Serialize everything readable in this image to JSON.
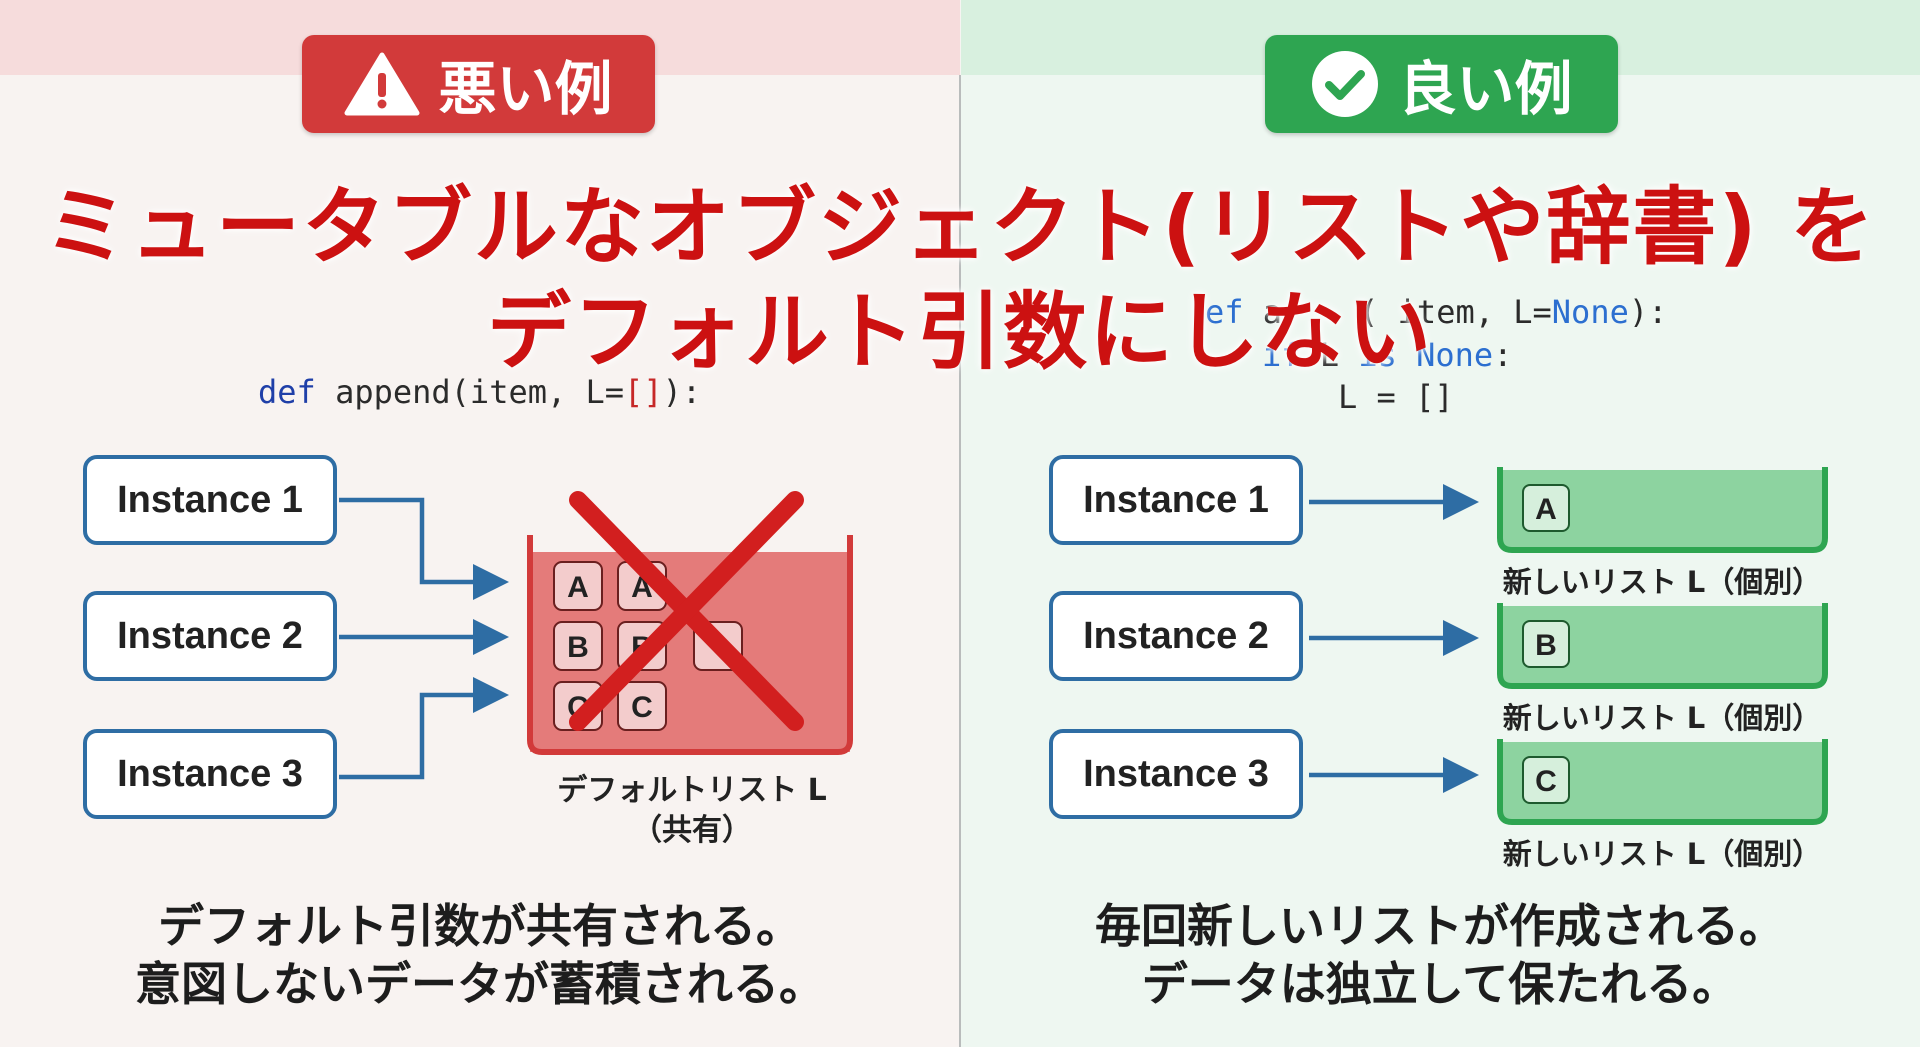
{
  "bad": {
    "badge_label": "悪い例",
    "badge_icon": "warning-icon",
    "code_def": "def",
    "code_rest": " append(item, L=",
    "code_default": "[]",
    "code_end": "):",
    "instances": [
      "Instance 1",
      "Instance 2",
      "Instance 3"
    ],
    "list_items": [
      "A",
      "A",
      "B",
      "B",
      "",
      "C",
      "C"
    ],
    "list_caption_1": "デフォルトリスト L",
    "list_caption_2": "（共有）",
    "bottom_line_1": "デフォルト引数が共有される。",
    "bottom_line_2": "意図しないデータが蓄積される。",
    "color": "#d23a3a"
  },
  "good": {
    "badge_label": "良い例",
    "badge_icon": "check-circle-icon",
    "code_line_1_def": "ef",
    "code_line_1_rest": " a    ( item, L=",
    "code_line_1_none": "None",
    "code_line_1_end": "):",
    "code_line_2_if": "if",
    "code_line_2_L": " L ",
    "code_line_2_is": "is",
    "code_line_2_none": " None",
    "code_line_2_end": ":",
    "code_line_3": "L = []",
    "instances": [
      "Instance 1",
      "Instance 2",
      "Instance 3"
    ],
    "list_items": [
      "A",
      "B",
      "C"
    ],
    "list_caption": "新しいリスト L（個別）",
    "bottom_line_1": "毎回新しいリストが作成される。",
    "bottom_line_2": "データは独立して保たれる。",
    "color": "#2ea551"
  },
  "headline": {
    "line_1": "ミュータブルなオブジェクト(リストや辞書) を",
    "line_2": "デフォルト引数にしない",
    "color": "#cc1111"
  }
}
